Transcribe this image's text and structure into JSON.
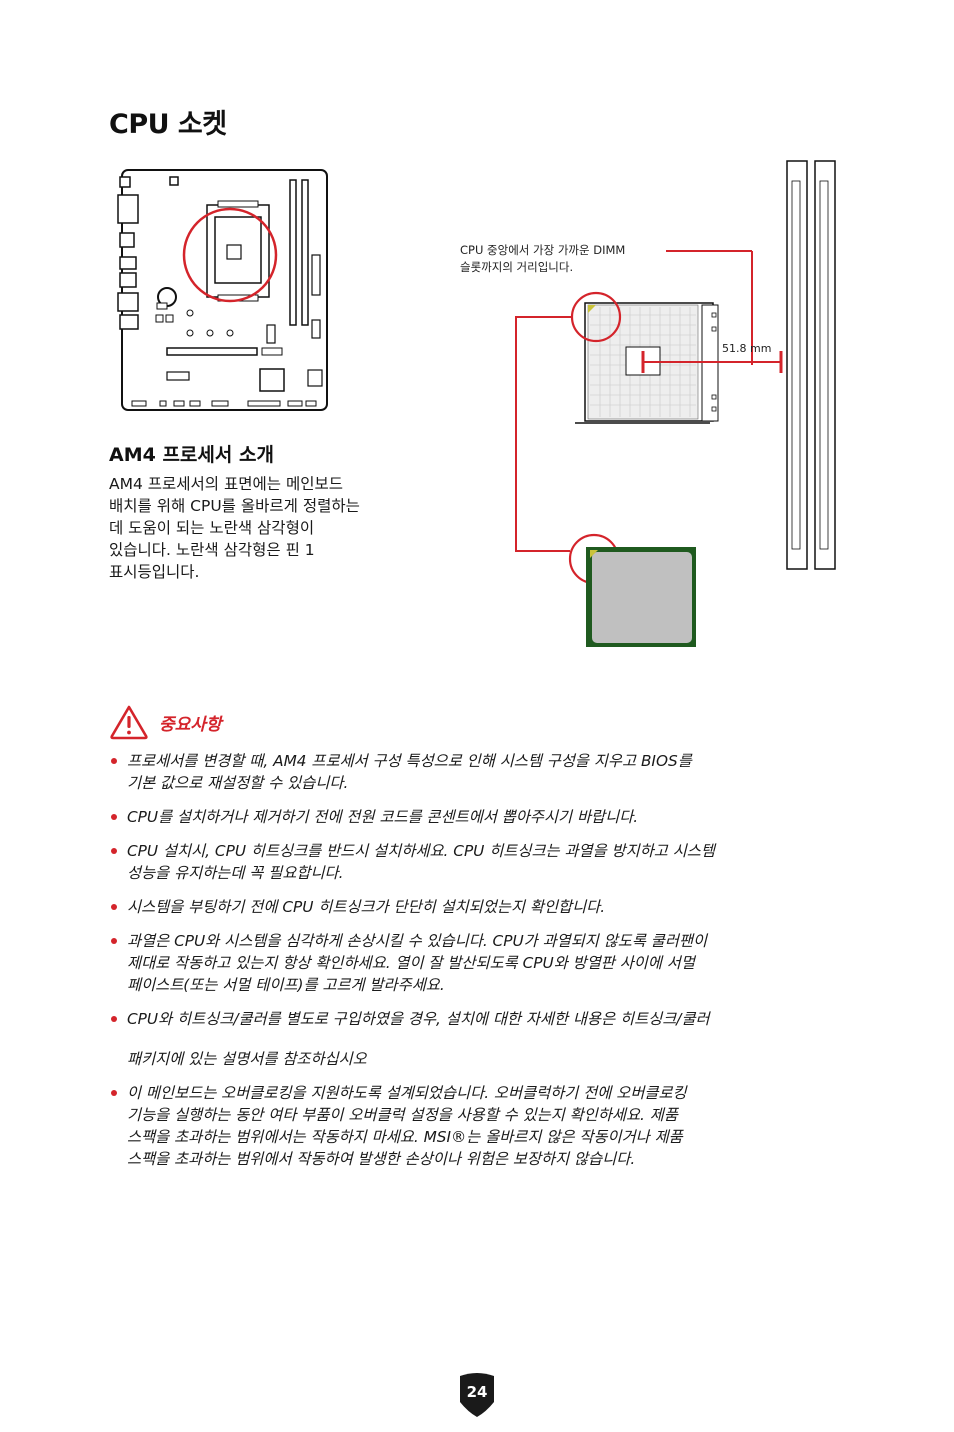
{
  "page": {
    "title": "CPU 소켓",
    "page_number": "24"
  },
  "am4": {
    "title": "AM4 프로세서 소개",
    "body_lines": [
      "AM4 프로세서의 표면에는 메인보드",
      "배치를 위해 CPU를 올바르게 정렬하는",
      "데 도움이 되는 노란색 삼각형이",
      "있습니다. 노란색 삼각형은 핀 1",
      "표시등입니다."
    ]
  },
  "socket_diagram": {
    "caption_lines": [
      "CPU 중앙에서 가장 가까운 DIMM",
      "슬롯까지의 거리입니다."
    ],
    "distance_label": "51.8 mm"
  },
  "important": {
    "title": "중요사항",
    "items": [
      {
        "lines": [
          "프로세서를 변경할 때, AM4 프로세서 구성 특성으로 인해 시스템 구성을 지우고 BIOS를",
          "기본 값으로 재설정할 수 있습니다."
        ]
      },
      {
        "lines": [
          "CPU를 설치하거나 제거하기 전에 전원 코드를 콘센트에서 뽑아주시기 바랍니다."
        ]
      },
      {
        "lines": [
          "CPU 설치시, CPU 히트싱크를 반드시 설치하세요. CPU 히트싱크는 과열을 방지하고 시스템",
          "성능을 유지하는데 꼭 필요합니다."
        ]
      },
      {
        "lines": [
          "시스템을 부팅하기 전에 CPU 히트싱크가 단단히 설치되었는지 확인합니다."
        ]
      },
      {
        "lines": [
          "과열은 CPU와 시스템을 심각하게 손상시킬 수 있습니다. CPU가 과열되지 않도록 쿨러팬이",
          "제대로 작동하고 있는지 항상 확인하세요. 열이 잘 발산되도록 CPU와 방열판 사이에 서멀",
          "페이스트(또는 서멀 테이프)를 고르게 발라주세요."
        ]
      },
      {
        "lines": [
          "CPU와 히트싱크/쿨러를 별도로 구입하였을 경우, 설치에 대한 자세한 내용은 히트싱크/쿨러",
          "패키지에 있는 설명서를 참조하십시오"
        ]
      },
      {
        "lines": [
          "이 메인보드는 오버클로킹을 지원하도록 설계되었습니다. 오버클럭하기 전에 오버클로킹",
          "기능을 실행하는 동안 여타 부품이 오버클럭 설정을 사용할 수 있는지 확인하세요. 제품",
          "스팩을 초과하는 범위에서는 작동하지 마세요. MSI®는 올바르지 않은 작동이거나 제품",
          "스팩을 초과하는 범위에서 작동하여 발생한 손상이나 위험은 보장하지 않습니다."
        ]
      }
    ]
  },
  "colors": {
    "accent_red": "#d4242b",
    "text": "#1a1a1a",
    "badge": "#1a1a1a",
    "pin1_triangle": "#c9c33a",
    "cpu_green": "#1f5a1f"
  }
}
